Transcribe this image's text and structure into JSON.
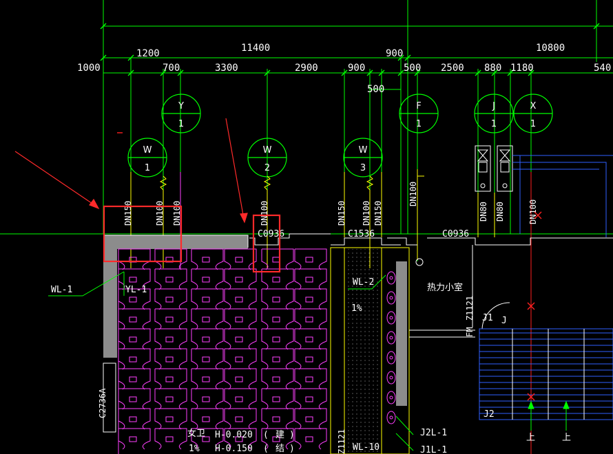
{
  "dimensions": {
    "top": [
      "11400",
      "10800"
    ],
    "middle": [
      "1200",
      "900"
    ],
    "lower": [
      "1000",
      "700",
      "3300",
      "2900",
      "900",
      "500",
      "2500",
      "880",
      "1180",
      "540"
    ],
    "small": "500"
  },
  "bubbles": {
    "y1": [
      "Y",
      "1"
    ],
    "f1": [
      "F",
      "1"
    ],
    "j1": [
      "J",
      "1"
    ],
    "x1": [
      "X",
      "1"
    ],
    "w1": [
      "W",
      "1"
    ],
    "w2": [
      "W",
      "2"
    ],
    "w3": [
      "W",
      "3"
    ]
  },
  "pipes": [
    "DN150",
    "DN100",
    "DN100",
    "DN100",
    "DN150",
    "DN100",
    "DN150",
    "DN100",
    "DN80",
    "DN80",
    "DN100"
  ],
  "tags": {
    "c0936a": "C0936",
    "c1536": "C1536",
    "c0936b": "C0936",
    "c2736a": "C2736A",
    "wl1": "WL-1",
    "yl1": "YL-1",
    "wl2": "WL-2",
    "slope1": "1%",
    "slope2": "1%",
    "room_heat": "热力小室",
    "z1121a": "Z1121",
    "fm": "FM",
    "z1121b": "Z1121",
    "j2l1": "J2L-1",
    "j1l1": "J1L-1",
    "wl10": "WL-10",
    "womens_wc": "女卫",
    "elev1": "H-0.020",
    "elev2": "H-0.150",
    "build": "建",
    "struct": "结",
    "paren_open": "(",
    "paren_close": ")",
    "up1": "上",
    "up2": "上",
    "j1": "J1",
    "j2": "J2",
    "j_tag": "J"
  },
  "colors": {
    "green": "#00ff00",
    "yellow": "#ffff00",
    "magenta": "#ff40ff",
    "cyan": "#00ffff",
    "blue": "#3060ff",
    "red": "#ff2020",
    "wall": "#8c8c8c",
    "highlight": "#ff2a2a"
  }
}
